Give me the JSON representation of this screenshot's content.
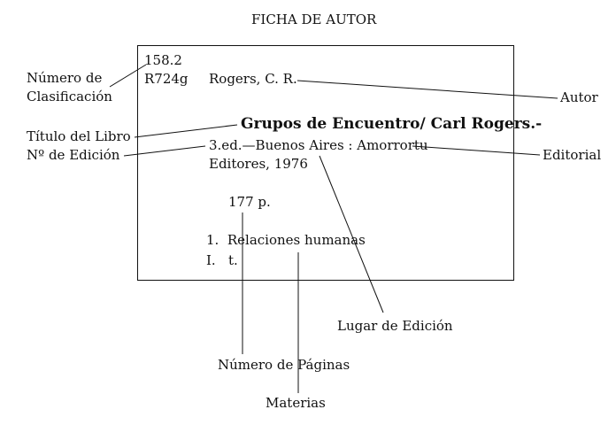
{
  "title": "FICHA DE AUTOR",
  "card": {
    "classification_number": "158.2",
    "author_code": "R724g",
    "author": "Rogers, C. R.",
    "book_title": "Grupos de Encuentro/ Carl Rogers.-",
    "edition_line": "3.ed.—Buenos Aires : Amorrortu",
    "publisher_line": "Editores, 1976",
    "pages": "177 p.",
    "subject_1": "1.  Relaciones humanas",
    "subject_2": "I.   t."
  },
  "labels": {
    "classification_line1": "Número de",
    "classification_line2": "Clasificación",
    "book_title": "Título del Libro",
    "edition": "Nº de Edición",
    "author": "Autor",
    "publisher": "Editorial",
    "place": "Lugar de Edición",
    "pages": "Número de Páginas",
    "subjects": "Materias"
  }
}
